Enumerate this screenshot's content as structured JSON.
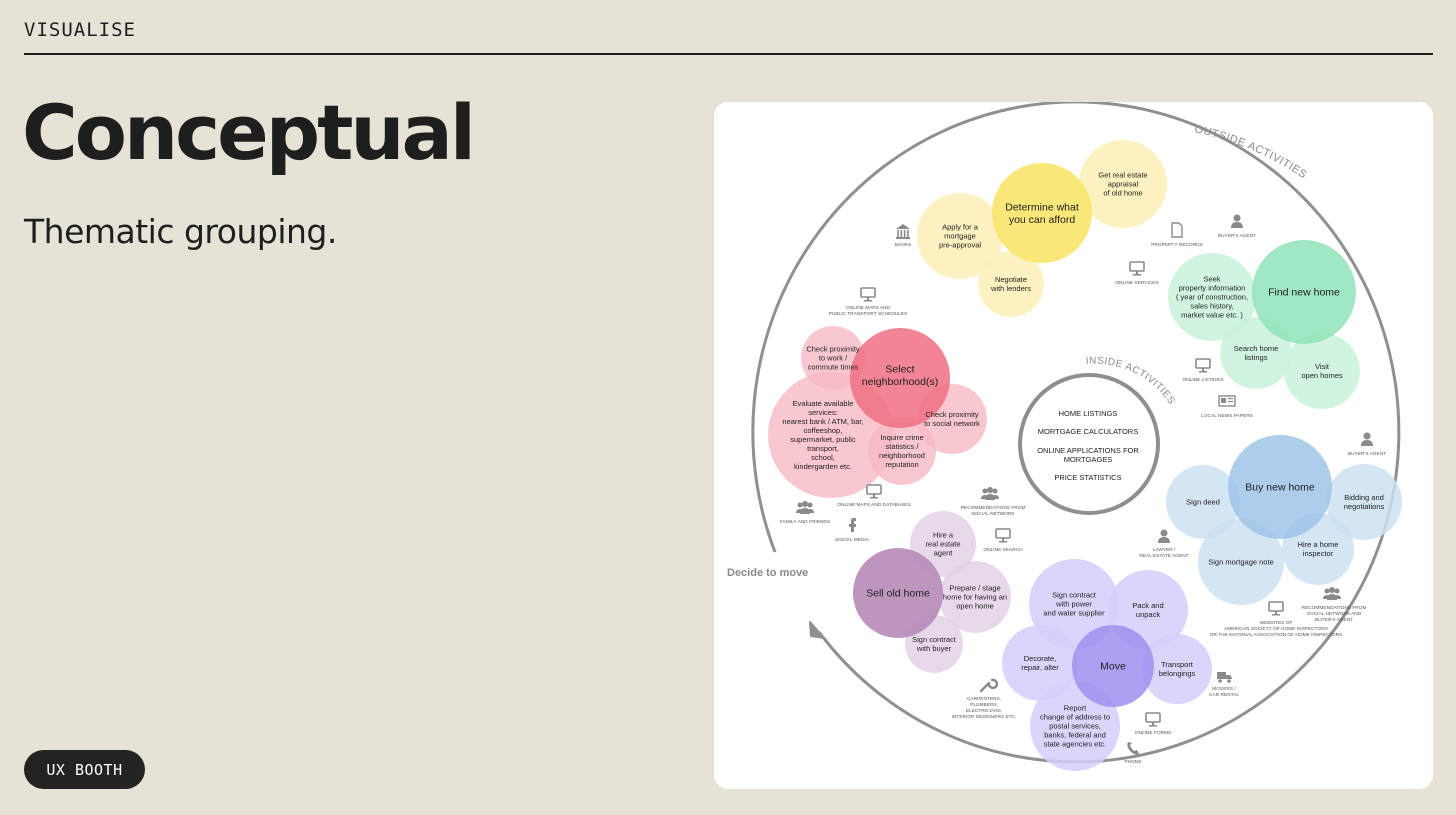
{
  "header": {
    "label": "VISUALISE"
  },
  "page": {
    "title": "Conceptual",
    "subtitle": "Thematic grouping."
  },
  "footer": {
    "button_label": "UX BOOTH"
  },
  "diagram": {
    "outer_label": "OUTSIDE ACTIVITIES",
    "inner_label": "INSIDE ACTIVITIES",
    "start_label": "Decide to move",
    "inside_items": [
      "HOME LISTINGS",
      "MORTGAGE CALCULATORS",
      "ONLINE APPLICATIONS FOR",
      "MORTGAGES",
      "PRICE STATISTICS"
    ],
    "colors": {
      "yellow": "#f8e46a",
      "yellow_light": "#fbf0b6",
      "green": "#8fe3b8",
      "green_light": "#c9f2dc",
      "pink": "#ee6f82",
      "pink_light": "#f7b9c4",
      "blue": "#9fc4e6",
      "blue_light": "#cde0f2",
      "purple": "#b68ab8",
      "purple_light": "#e2cfe5",
      "violet": "#9c91ef",
      "violet_light": "#d3cefa"
    },
    "yellow_group": {
      "main": [
        "Determine what",
        "you can afford"
      ],
      "appraisal": [
        "Get real estate",
        "appraisal",
        "of old home"
      ],
      "preapproval": [
        "Apply for a",
        "mortgage",
        "pre-approval"
      ],
      "negotiate": [
        "Negotiate",
        "with lenders"
      ]
    },
    "green_group": {
      "main": [
        "Find new home"
      ],
      "seek": [
        "Seek",
        "property information",
        "( year of construction,",
        "sales history,",
        "market value etc. )"
      ],
      "search": [
        "Search home",
        "listings"
      ],
      "visit": [
        "Visit",
        "open homes"
      ]
    },
    "pink_group": {
      "main": [
        "Select",
        "neighborhood(s)"
      ],
      "commute": [
        "Check proximity",
        "to work /",
        "commute times"
      ],
      "services": [
        "Evaluate available",
        "services:",
        "nearest bank / ATM, bar,",
        "coffeeshop,",
        "supermarket, public",
        "transport,",
        "school,",
        "kindergarden etc."
      ],
      "social": [
        "Check proximity",
        "to social network"
      ],
      "crime": [
        "Inquire crime",
        "statistics /",
        "neighborhood",
        "reputation"
      ]
    },
    "blue_group": {
      "main": [
        "Buy new home"
      ],
      "deed": [
        "Sign deed"
      ],
      "bidding": [
        "Bidding and",
        "negotiations"
      ],
      "inspector": [
        "Hire a home",
        "inspector"
      ],
      "mortgage": [
        "Sign mortgage note"
      ]
    },
    "purple_group": {
      "main": [
        "Sell old home"
      ],
      "agent": [
        "Hire a",
        "real estate",
        "agent"
      ],
      "prepare": [
        "Prepare / stage",
        "home for having an",
        "open home"
      ],
      "buyer": [
        "Sign contract",
        "with buyer"
      ]
    },
    "violet_group": {
      "main": [
        "Move"
      ],
      "power": [
        "Sign contract",
        "with power",
        "and water supplier"
      ],
      "pack": [
        "Pack and",
        "unpack"
      ],
      "decorate": [
        "Decorate,",
        "repair, alter"
      ],
      "transport": [
        "Transport",
        "belongings"
      ],
      "report": [
        "Report",
        "change of address to",
        "postal services,",
        "banks, federal and",
        "state agencies etc."
      ]
    },
    "resources": {
      "banks": [
        "BANKS"
      ],
      "property_records": [
        "PROPERTY RECORDS"
      ],
      "buyers_agent_top": [
        "BUYER'S AGENT"
      ],
      "online_services": [
        "ONLINE SERVICES"
      ],
      "online_maps_transport": [
        "ONLINE MAPS AND",
        "PUBLIC TRANSPORT SCHEDULES"
      ],
      "online_listings": [
        "ONLINE LISTINGS"
      ],
      "local_newspapers": [
        "LOCAL NEWS PAPERS"
      ],
      "buyers_agent_right": [
        "BUYER'S AGENT"
      ],
      "online_maps_db": [
        "ONLINE MAPS AND DATABASES"
      ],
      "recs_social": [
        "RECOMMENDATIONS FROM",
        "SOCIAL NETWORK"
      ],
      "family_friends": [
        "FAMILY AND FRIENDS"
      ],
      "social_media": [
        "SOCIAL MEDIA"
      ],
      "online_search": [
        "ONLINE SEARCH"
      ],
      "lawyer": [
        "LAWYER /",
        "REAL ESTATE AGENT"
      ],
      "recs_social_agent": [
        "RECOMMENDATIONS FROM",
        "SOCIAL NETWORK AND",
        "BUYER'S AGENT"
      ],
      "websites": [
        "WEBSITES OF",
        "AMERICAN SOCIETY OF HOME INSPECTORS",
        "OR THE NATIONAL ASSOCIATION OF HOME INSPECTORS"
      ],
      "carpenters": [
        "CARPENTERS,",
        "PLUMBERS,",
        "ELECTRICIANS,",
        "INTERIOR DESIGNERS ETC."
      ],
      "movers": [
        "MOVERS /",
        "CAR RENTAL"
      ],
      "online_forms": [
        "ONLINE FORMS"
      ],
      "phone": [
        "PHONE"
      ]
    }
  }
}
